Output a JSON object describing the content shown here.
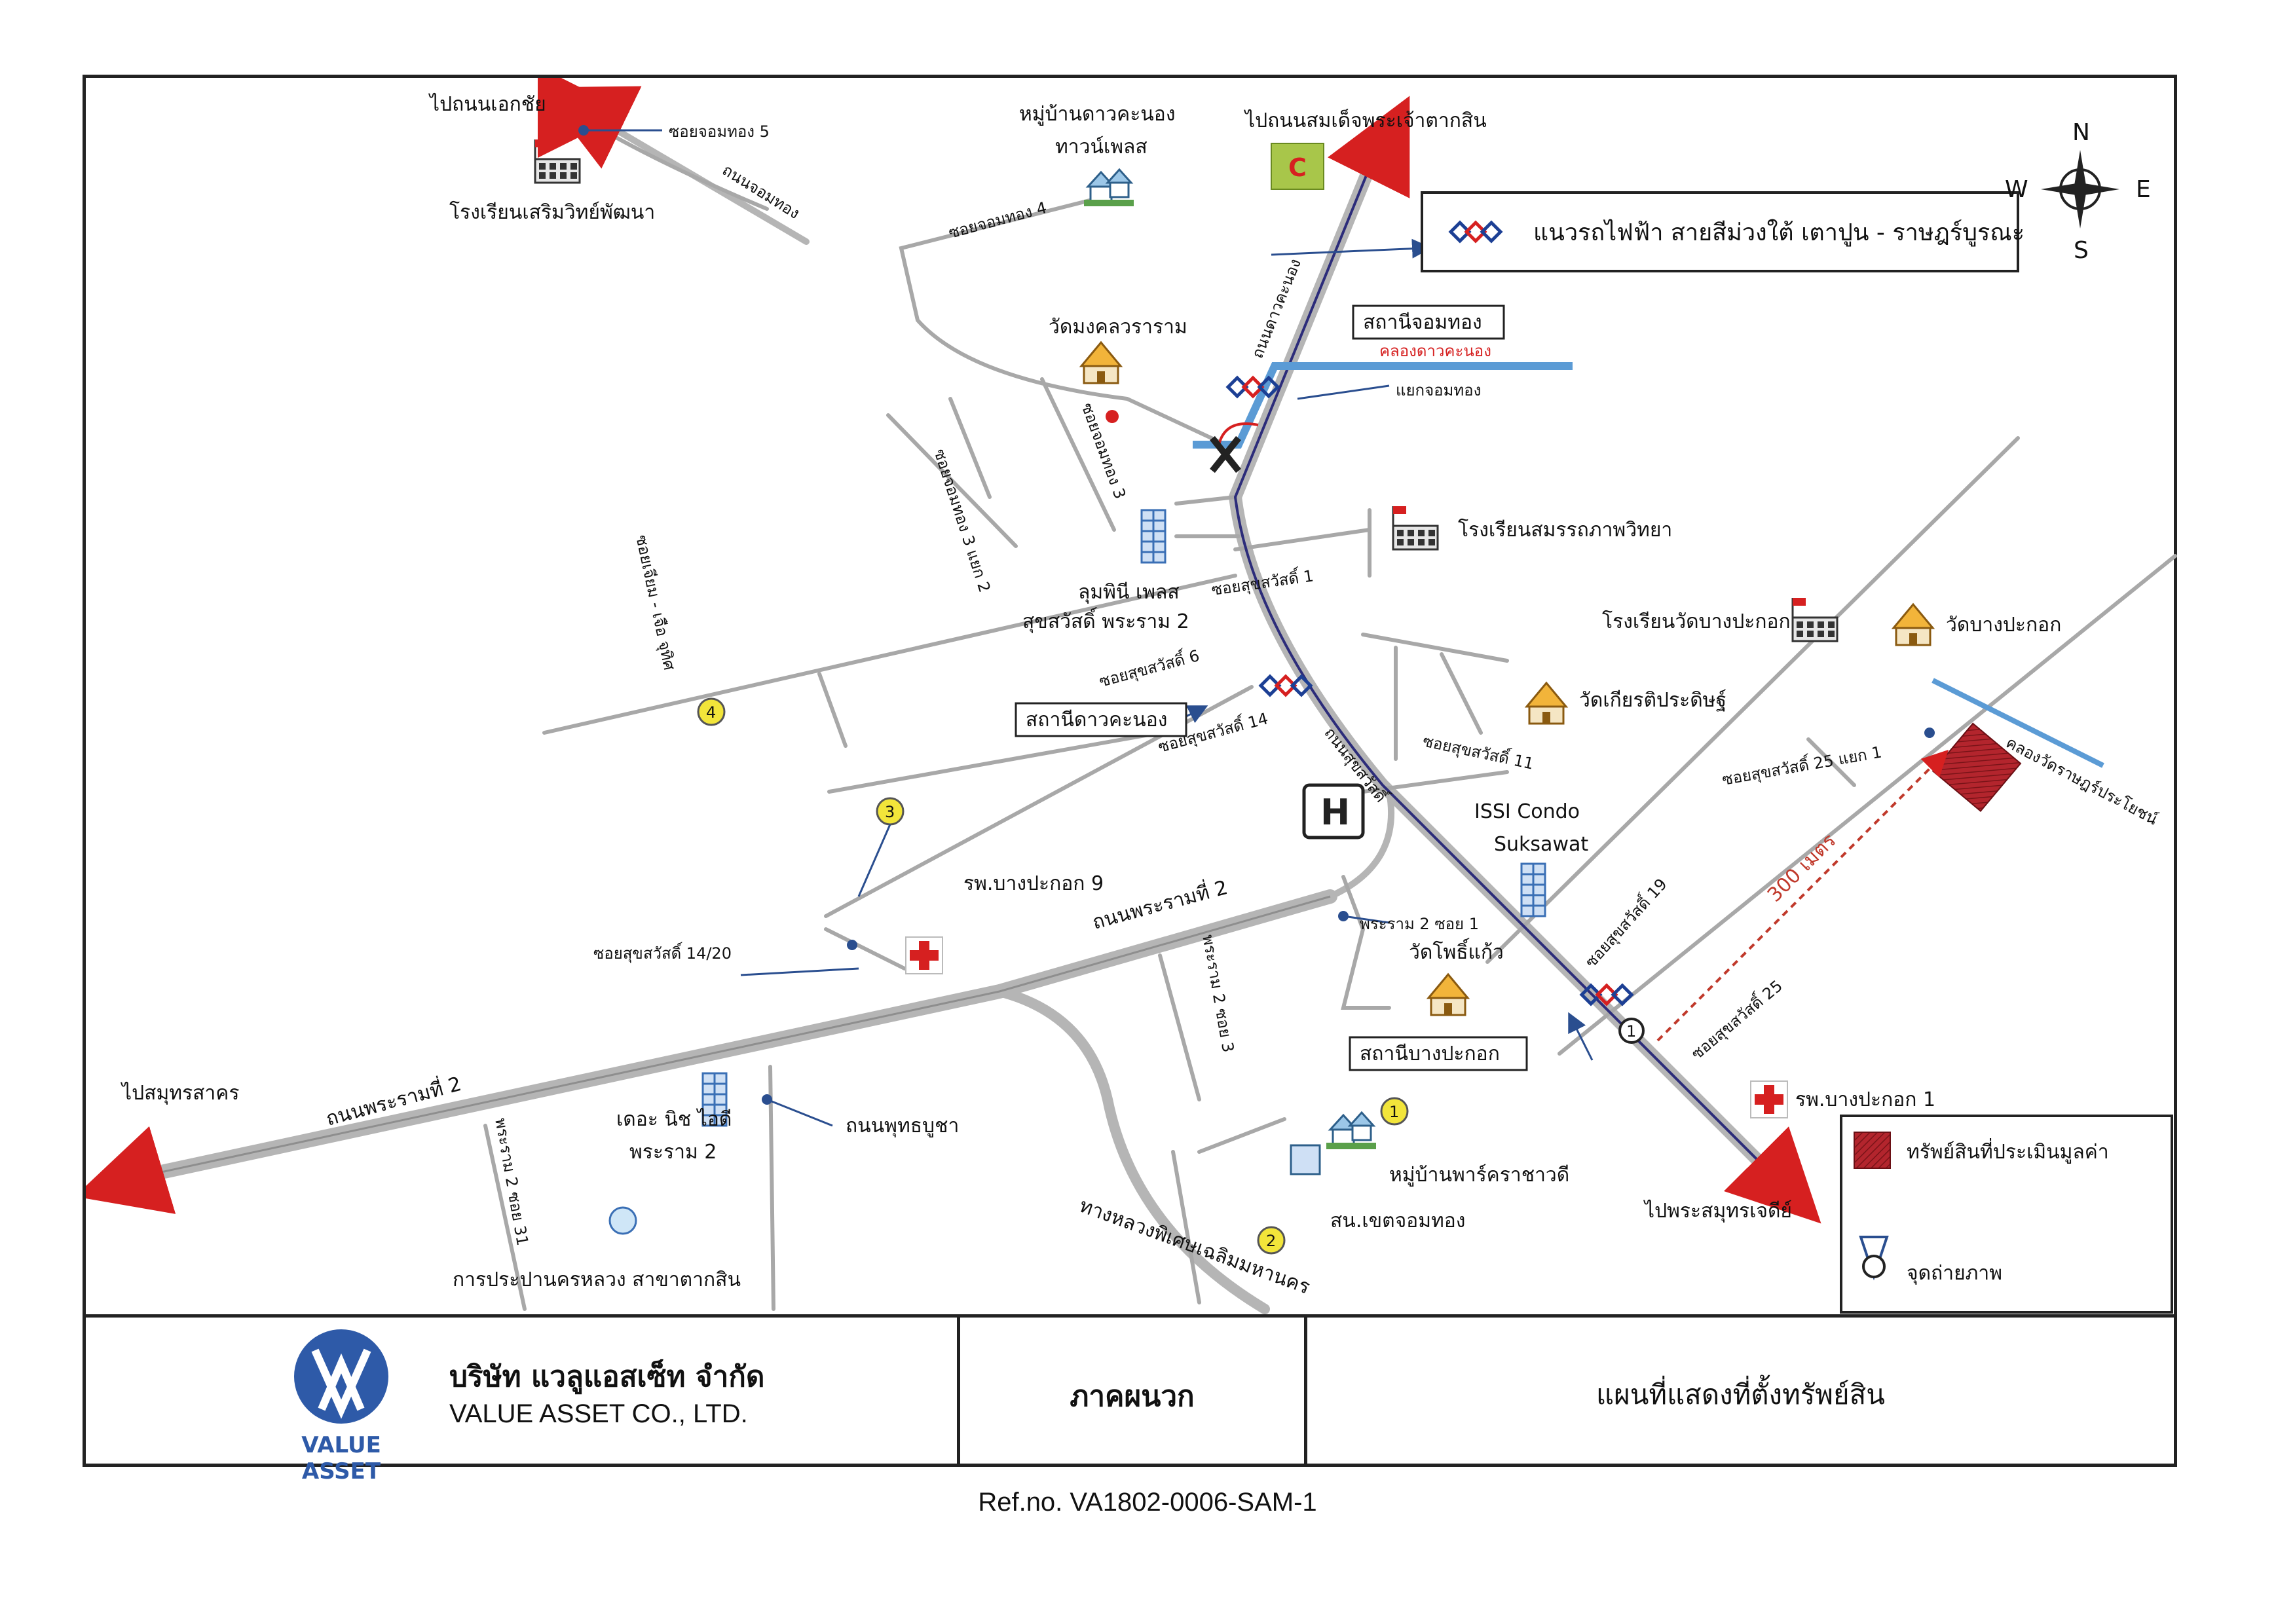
{
  "labels": {
    "to_ekachai": "ไปถนนเอกชัย",
    "soi_jomthong5": "ซอยจอมทอง 5",
    "school_soemwit": "โรงเรียนเสริมวิทย์พัฒนา",
    "road_jomthong": "ถนนจอมทอง",
    "village_daokanong_1": "หมู่บ้านดาวคะนอง",
    "village_daokanong_2": "ทาวน์เพลส",
    "soi_jomthong4": "ซอยจอมทอง 4",
    "to_taksin": "ไปถนนสมเด็จพระเจ้าตากสิน",
    "road_daokanong": "ถนนดาวคะนอง",
    "wat_mongkol": "วัดมงคลวราราม",
    "soi_jomthong3": "ซอยจอมทอง 3",
    "soi_jomthong3_2": "ซอยจอมทอง 3 แยก 2",
    "soi_jiam_jutik": "ซอยเจียม - เจือ จุทิศ",
    "lumpini_1": "ลุมพินี เพลส",
    "lumpini_2": "สุขสวัสดิ์ พระราม 2",
    "soi_suksawat1": "ซอยสุขสวัสดิ์ 1",
    "soi_suksawat6": "ซอยสุขสวัสดิ์ 6",
    "soi_suksawat14": "ซอยสุขสวัสดิ์ 14",
    "school_samorn": "โรงเรียนสมรรถภาพวิทยา",
    "school_bangpakok": "โรงเรียนวัดบางปะกอก",
    "wat_bangpakok": "วัดบางปะกอก",
    "wat_kiat": "วัดเกียรติประดิษฐ์",
    "soi_suksawat11": "ซอยสุขสวัสดิ์ 11",
    "road_suksawat": "ถนนสุขสวัสดิ์",
    "issi_1": "ISSI Condo",
    "issi_2": "Suksawat",
    "soi_suksawat19": "ซอยสุขสวัสดิ์ 19",
    "soi_suksawat25_1": "ซอยสุขสวัสดิ์ 25 แยก 1",
    "soi_suksawat25": "ซอยสุขสวัสดิ์ 25",
    "canal_wat": "คลองวัดราษฎร์ประโยชน์",
    "dist_300": "300 เมตร",
    "hosp_bpk9": "รพ.บางปะกอก 9",
    "soi_suksawat14_20": "ซอยสุขสวัสดิ์ 14/20",
    "road_rama2": "ถนนพระรามที่ 2",
    "road_rama2_b": "ถนนพระรามที่ 2",
    "rama2_soi3": "พระราม 2 ซอย 3",
    "rama2_soi1": "พระราม 2 ซอย 1",
    "wat_phokaew": "วัดโพธิ์แก้ว",
    "to_samutsakhon": "ไปสมุทรสาคร",
    "niche_1": "เดอะ นิช ไอดี",
    "niche_2": "พระราม 2",
    "road_phutthabucha": "ถนนพุทธบูชา",
    "rama2_soi31": "พระราม 2 ซอย 31",
    "mwa": "การประปานครหลวง สาขาตากสิน",
    "expressway": "ทางหลวงพิเศษเฉลิมมหานคร",
    "village_park": "หมู่บ้านพาร์คราชาวดี",
    "police": "สน.เขตจอมทอง",
    "to_samutchedi": "ไปพระสมุทรเจดีย์",
    "hosp_bpk1": "รพ.บางปะกอก 1",
    "canal_daokanong": "คลองดาวคะนอง",
    "junction_jomthong": "แยกจอมทอง"
  },
  "stations": {
    "jomthong": "สถานีจอมทอง",
    "daokanong": "สถานีดาวคะนอง",
    "bangpakok": "สถานีบางปะกอก"
  },
  "rail_legend": "แนวรถไฟฟ้า สายสีม่วงใต้ เตาปูน - ราษฎร์บูรณะ",
  "compass": {
    "n": "N",
    "s": "S",
    "e": "E",
    "w": "W"
  },
  "photo_points": [
    "1",
    "2",
    "3",
    "4"
  ],
  "legend": {
    "subject": "ทรัพย์สินที่ประเมินมูลค่า",
    "photo": "จุดถ่ายภาพ"
  },
  "footer": {
    "company_th": "บริษัท แวลูแอสเซ็ท จำกัด",
    "company_en": "VALUE ASSET CO., LTD.",
    "logo_text": "VALUE ASSET",
    "section": "ภาคผนวก",
    "description": "แผนที่แสดงที่ตั้งทรัพย์สิน"
  },
  "ref_no": "Ref.no. VA1802-0006-SAM-1",
  "colors": {
    "road": "#b5b5b5",
    "main_road_line": "#2c2c7a",
    "canal": "#5b9bd5",
    "arrow": "#d62020",
    "subject": "#a3222a",
    "leader": "#2a4e8f",
    "brand": "#2e5aa8",
    "photo_point": "#f2e53a"
  }
}
